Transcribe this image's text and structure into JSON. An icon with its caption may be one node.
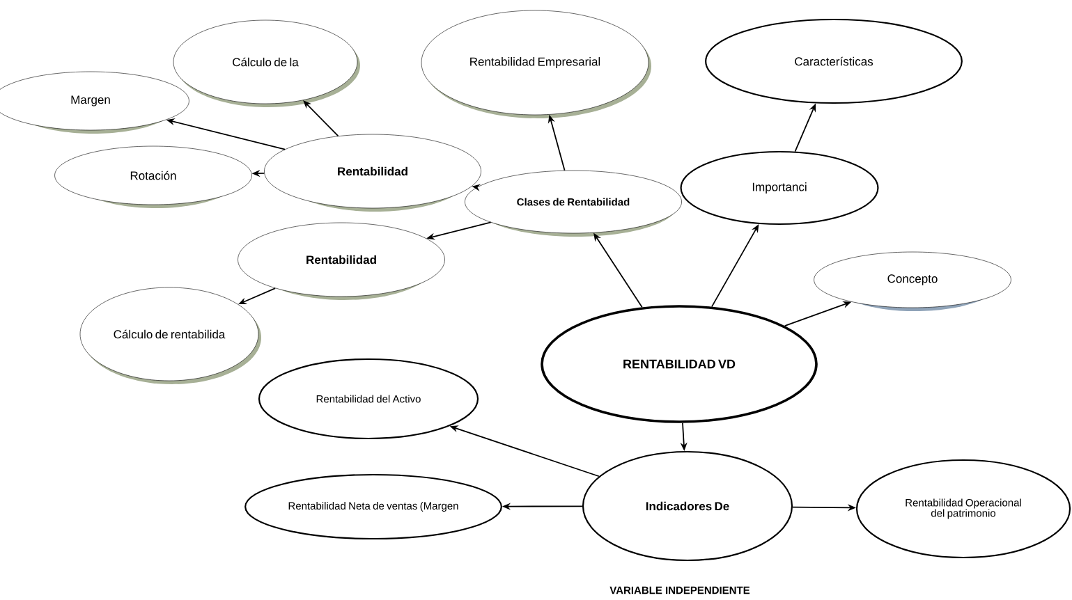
{
  "diagram": {
    "nodes": [
      {
        "text": [
          "Margen"
        ]
      },
      {
        "text": [
          "Cálculo de la"
        ]
      },
      {
        "text": [
          "Rentabilidad Empresarial"
        ]
      },
      {
        "text": [
          "Características"
        ]
      },
      {
        "text": [
          "Rentabilidad"
        ]
      },
      {
        "text": [
          "Rotación"
        ]
      },
      {
        "text": [
          "Clases de Rentabilidad"
        ]
      },
      {
        "text": [
          "Importanci"
        ]
      },
      {
        "text": [
          "Rentabilidad"
        ]
      },
      {
        "text": [
          "Concepto"
        ]
      },
      {
        "text": [
          "Cálculo de rentabilida"
        ]
      },
      {
        "text": [
          "RENTABILIDAD VD"
        ]
      },
      {
        "text": [
          "Rentabilidad del Activo"
        ]
      },
      {
        "text": [
          "Rentabilidad Neta de ventas (Margen"
        ]
      },
      {
        "text": [
          "Indicadores De"
        ]
      },
      {
        "text": [
          "Rentabilidad Operacional del patrimonio"
        ]
      }
    ],
    "edges": [
      {
        "from": 11,
        "to": 6,
        "arrow": "to"
      },
      {
        "from": 11,
        "to": 7,
        "arrow": "to"
      },
      {
        "from": 11,
        "to": 9,
        "arrow": "to"
      },
      {
        "from": 11,
        "to": 14,
        "arrow": "to"
      },
      {
        "from": 6,
        "to": 2,
        "arrow": "to"
      },
      {
        "from": 6,
        "to": 4,
        "arrow": "to"
      },
      {
        "from": 6,
        "to": 8,
        "arrow": "to"
      },
      {
        "from": 7,
        "to": 3,
        "arrow": "to"
      },
      {
        "from": 4,
        "to": 0,
        "arrow": "to"
      },
      {
        "from": 4,
        "to": 1,
        "arrow": "to"
      },
      {
        "from": 4,
        "to": 5,
        "arrow": "to"
      },
      {
        "from": 8,
        "to": 10,
        "arrow": "to"
      },
      {
        "from": 14,
        "to": 12,
        "arrow": "to"
      },
      {
        "from": 14,
        "to": 13,
        "arrow": "to"
      },
      {
        "from": 14,
        "to": 15,
        "arrow": "to"
      }
    ],
    "labels": [
      "VARIABLE INDEPENDIENTE"
    ]
  }
}
